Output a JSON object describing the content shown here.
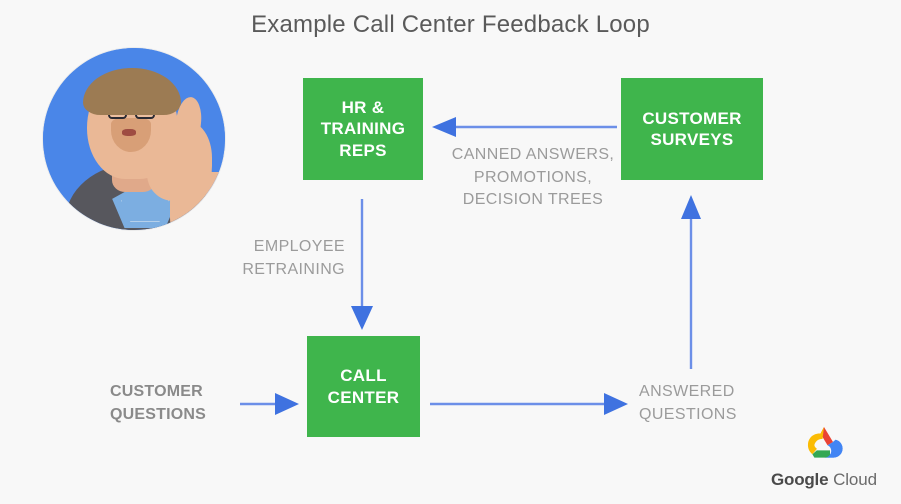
{
  "slide": {
    "title": "Example Call Center Feedback Loop",
    "background_color": "#f8f8f8"
  },
  "presenter": {
    "avatar_alt": "presenter-video-avatar",
    "background_color": "#4a86e8"
  },
  "colors": {
    "node_green": "#3fb54c",
    "arrow_blue": "#6c8fe8",
    "label_gray": "#9b9b9b",
    "title_gray": "#5a5a5a"
  },
  "diagram": {
    "nodes": [
      {
        "id": "hr",
        "label": "HR &\nTRAINING\nREPS"
      },
      {
        "id": "surveys",
        "label": "CUSTOMER\nSURVEYS"
      },
      {
        "id": "call_center",
        "label": "CALL\nCENTER"
      }
    ],
    "edge_labels": [
      {
        "id": "canned",
        "text": "CANNED ANSWERS,\nPROMOTIONS,\nDECISION TREES"
      },
      {
        "id": "retraining",
        "text": "EMPLOYEE\nRETRAINING"
      },
      {
        "id": "customer_questions",
        "text": "CUSTOMER\nQUESTIONS"
      },
      {
        "id": "answered_questions",
        "text": "ANSWERED\nQUESTIONS"
      }
    ],
    "arrows": [
      {
        "id": "surveys-to-hr",
        "direction": "left"
      },
      {
        "id": "hr-to-call-center",
        "direction": "down"
      },
      {
        "id": "call-center-to-answered",
        "direction": "right"
      },
      {
        "id": "answered-to-surveys",
        "direction": "up"
      },
      {
        "id": "questions-to-call-center",
        "direction": "right"
      }
    ]
  },
  "branding": {
    "google": "Google",
    "cloud": "Cloud",
    "mark_colors": {
      "red": "#ea4335",
      "yellow": "#fbbc04",
      "green": "#34a853",
      "blue": "#4285f4"
    }
  }
}
